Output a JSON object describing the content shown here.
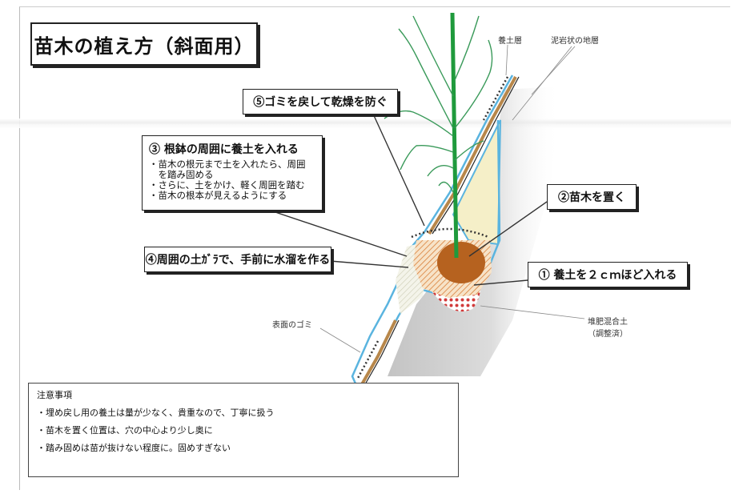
{
  "title": "苗木の植え方（斜面用）",
  "callouts": {
    "step5": "⑤ゴミを戻して乾燥を防ぐ",
    "step3": {
      "heading": "③ 根鉢の周囲に養土を入れる",
      "lines": [
        "・苗木の根元まで土を入れたら、周囲",
        "　を踏み固める",
        "・さらに、土をかけ、軽く周囲を踏む",
        "・苗木の根本が見えるようにする"
      ]
    },
    "step2": "②苗木を置く",
    "step4": "④周囲の土ｶﾞﾗで、手前に水溜を作る",
    "step1": "① 養土を２ｃｍほど入れる"
  },
  "labels": {
    "nutrient_soil_layer": "養土層",
    "mudstone_ground": "泥岩状の地層",
    "surface_debris": "表面のゴミ",
    "compost_soil": "堆肥混合土",
    "compost_soil_note": "（調整済）"
  },
  "notes": {
    "heading": "注意事項",
    "items": [
      "・埋め戻し用の養土は量が少なく、貴重なので、丁寧に扱う",
      "・苗木を置く位置は、穴の中心より少し奥に",
      "・踏み固めは苗が抜けない程度に。固めすぎない"
    ]
  },
  "colors": {
    "water_line": "#5ab4df",
    "soil_brown": "#b8874a",
    "root_ball": "#b6621f",
    "seedling_stem": "#1f9a3c",
    "seedling_branch": "#3a9a5a",
    "compost_dots": "#d23a3a",
    "backfill_pale": "#f5efc8",
    "rock_gray": "#c8c8c8",
    "hatch_orange": "#d9803a"
  }
}
